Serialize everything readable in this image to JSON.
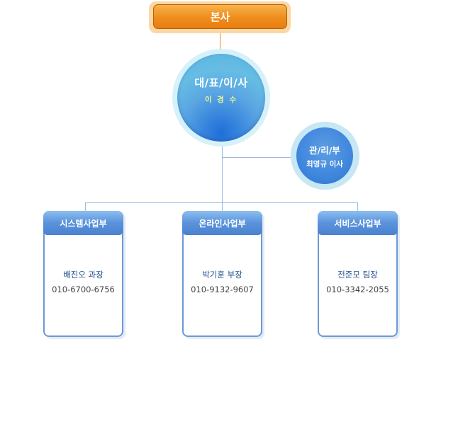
{
  "hq": {
    "label": "본사"
  },
  "ceo": {
    "title": "대/표/이/사",
    "name": "이 경 수"
  },
  "management": {
    "title": "관/리/부",
    "name": "최영규 이사"
  },
  "departments": [
    {
      "title": "시스템사업부",
      "name": "배진오 과장",
      "phone": "010-6700-6756"
    },
    {
      "title": "온라인사업부",
      "name": "박기훈 부장",
      "phone": "010-9132-9607"
    },
    {
      "title": "서비스사업부",
      "name": "전준모 팀장",
      "phone": "010-3342-2055"
    }
  ],
  "colors": {
    "hq_orange": "#ef8d1c",
    "ceo_blue": "#3b88de",
    "dept_border": "#6c99d4",
    "connector": "#9bbbe0"
  }
}
